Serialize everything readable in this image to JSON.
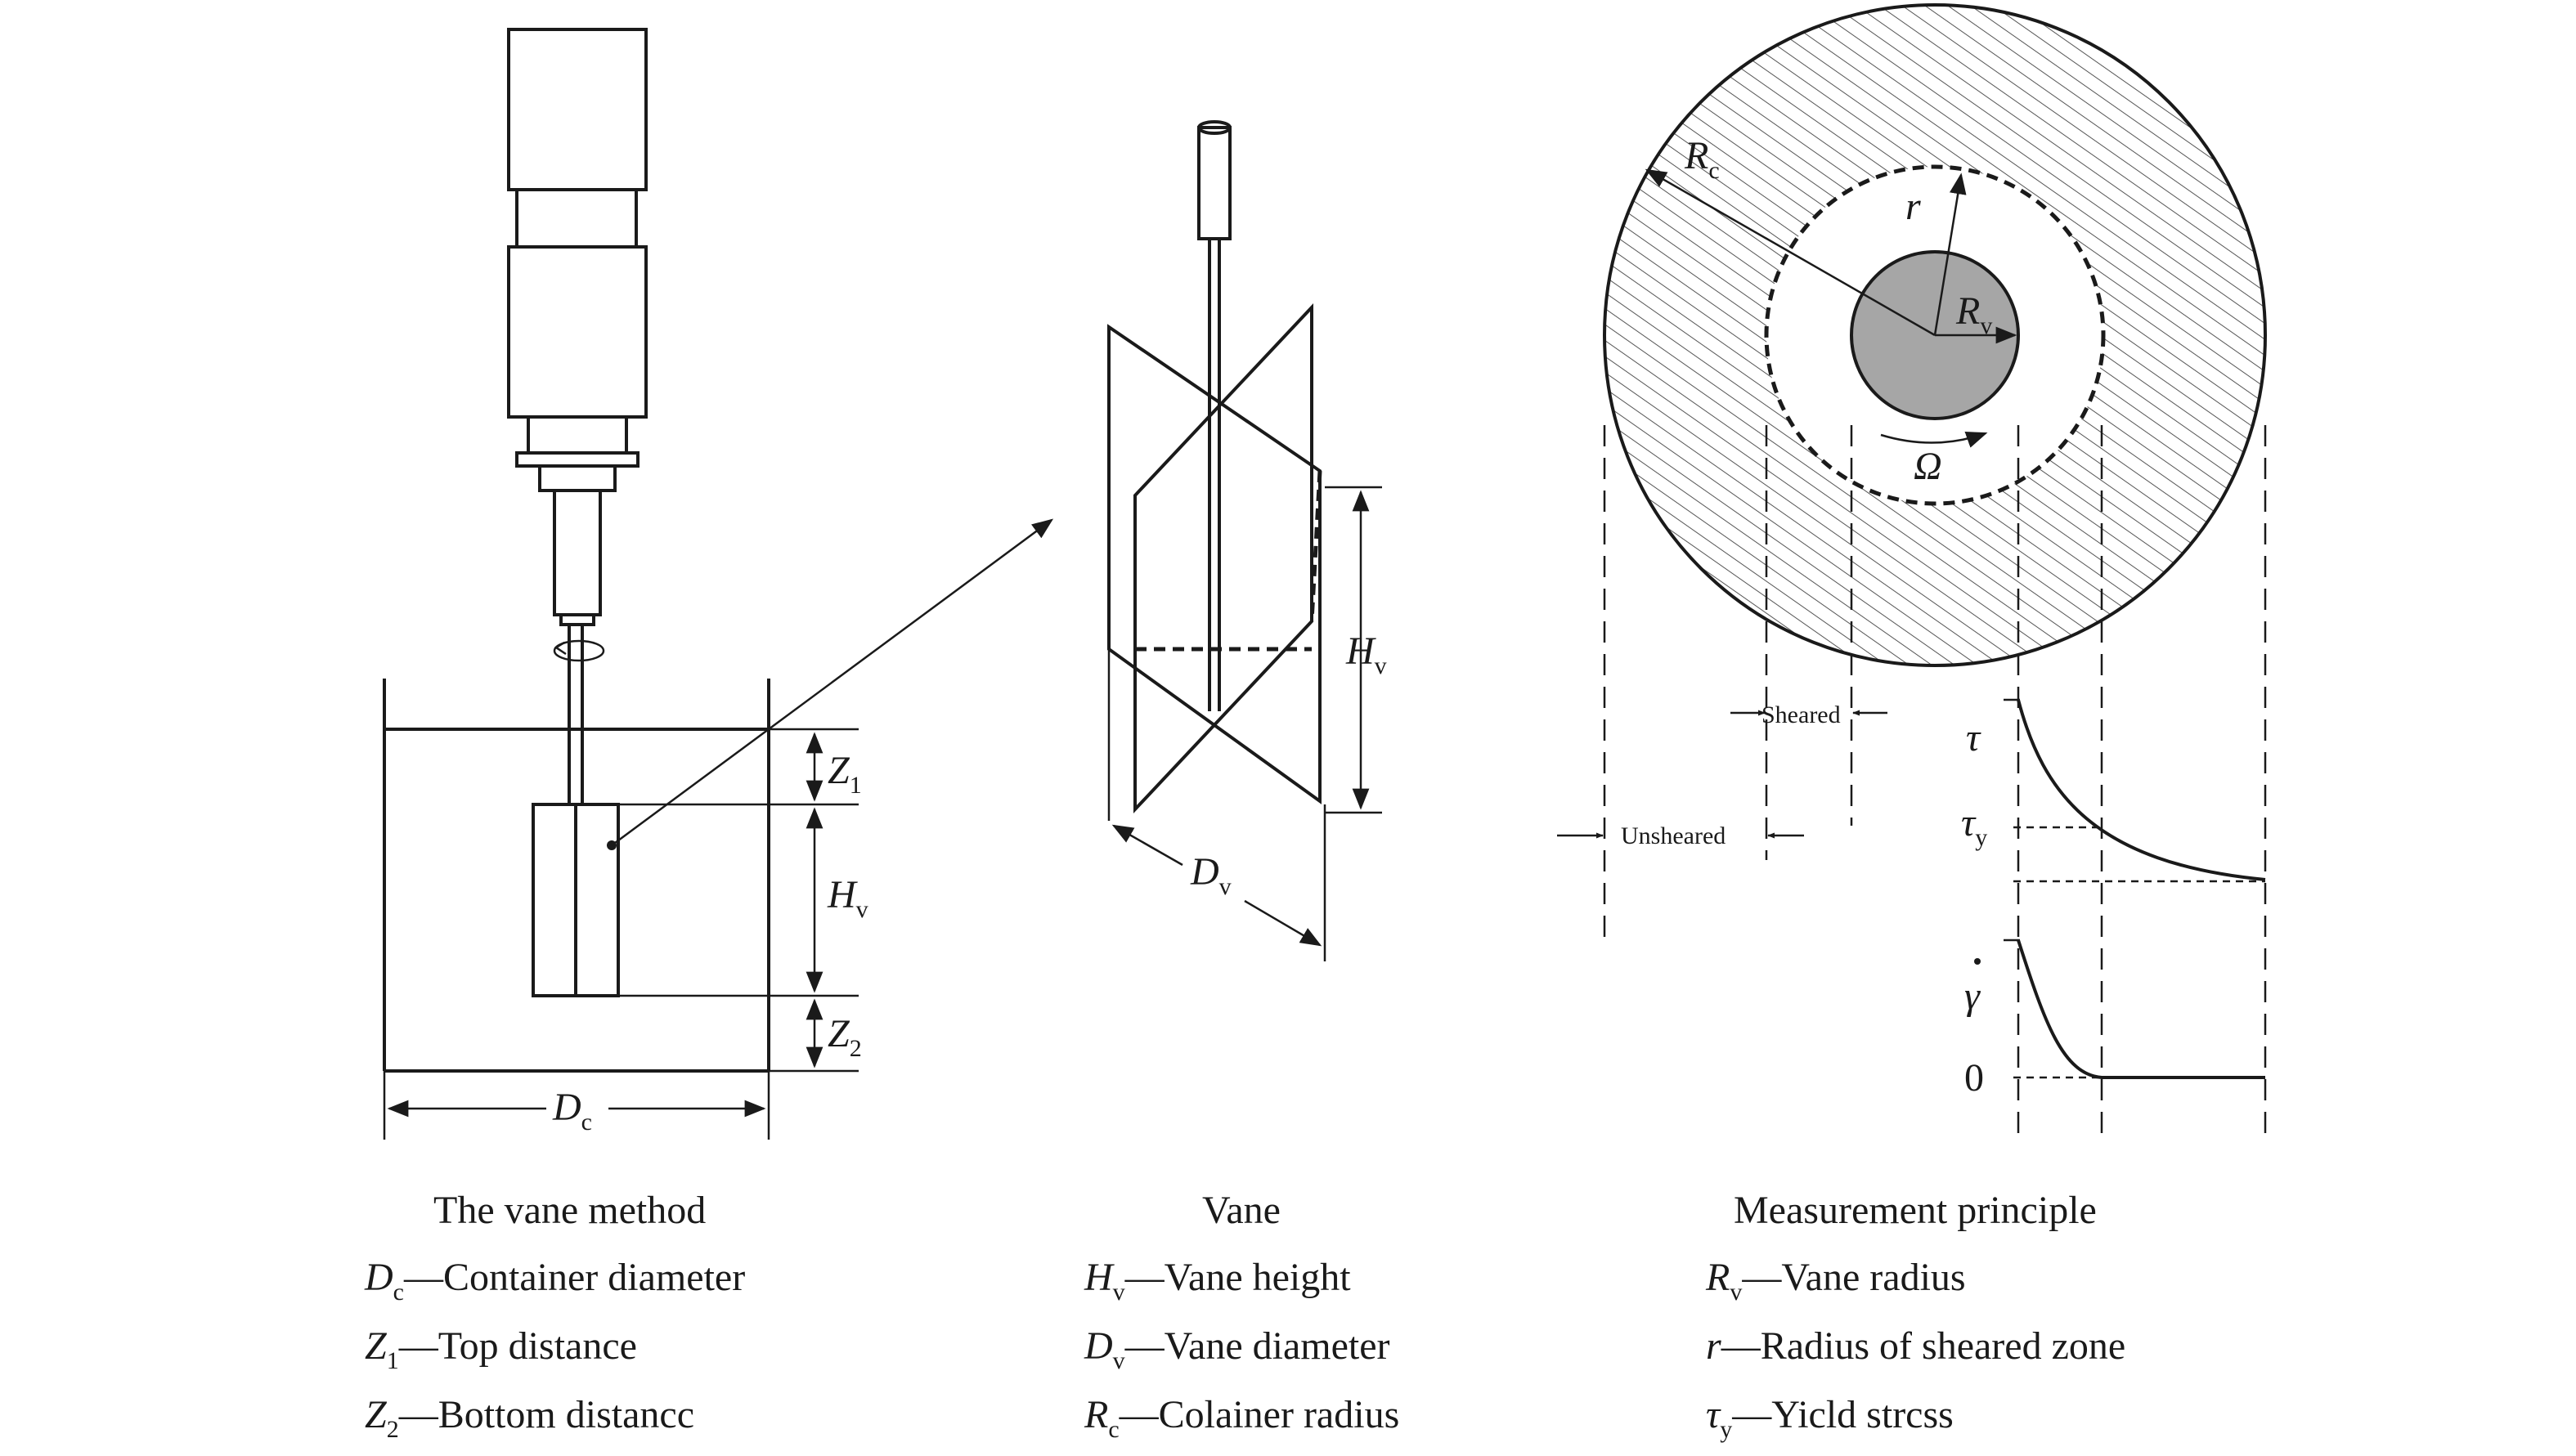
{
  "vane_method": {
    "rotation_symbol": "",
    "labels": {
      "z1": {
        "main": "Z",
        "sub": "1"
      },
      "hv": {
        "main": "H",
        "sub": "v"
      },
      "z2": {
        "main": "Z",
        "sub": "2"
      },
      "dc": {
        "main": "D",
        "sub": "c"
      }
    },
    "caption_title": "The vane method",
    "legend": [
      {
        "main": "D",
        "sub": "c",
        "text": "—Container diameter"
      },
      {
        "main": "Z",
        "sub": "1",
        "text": "—Top distance"
      },
      {
        "main": "Z",
        "sub": "2",
        "text": "—Bottom distancc"
      }
    ]
  },
  "vane": {
    "labels": {
      "hv": {
        "main": "H",
        "sub": "v"
      },
      "dv": {
        "main": "D",
        "sub": "v"
      }
    },
    "caption_title": "Vane",
    "legend": [
      {
        "main": "H",
        "sub": "v",
        "text": "—Vane height"
      },
      {
        "main": "D",
        "sub": "v",
        "text": "—Vane diameter"
      },
      {
        "main": "R",
        "sub": "c",
        "text": "—Colainer radius"
      }
    ]
  },
  "principle": {
    "labels": {
      "rc": {
        "main": "R",
        "sub": "c"
      },
      "r": "r",
      "rv": {
        "main": "R",
        "sub": "v"
      },
      "omega": "Ω",
      "sheared": "Sheared",
      "unsheared": "Unsheared",
      "tau": "τ",
      "tau_y": {
        "main": "τ",
        "sub": "y"
      },
      "gamma_dot": "γ",
      "zero": "0"
    },
    "caption_title": "Measurement principle",
    "legend": [
      {
        "main": "R",
        "sub": "v",
        "text": "—Vane radius"
      },
      {
        "main": "r",
        "sub": "",
        "text": "—Radius of sheared zone"
      },
      {
        "main": "τ",
        "sub": "y",
        "text": "—Yicld strcss"
      }
    ]
  },
  "colors": {
    "ink": "#1a1a1a",
    "vane_fill": "#a6a6a6",
    "hatch": "#555555"
  }
}
